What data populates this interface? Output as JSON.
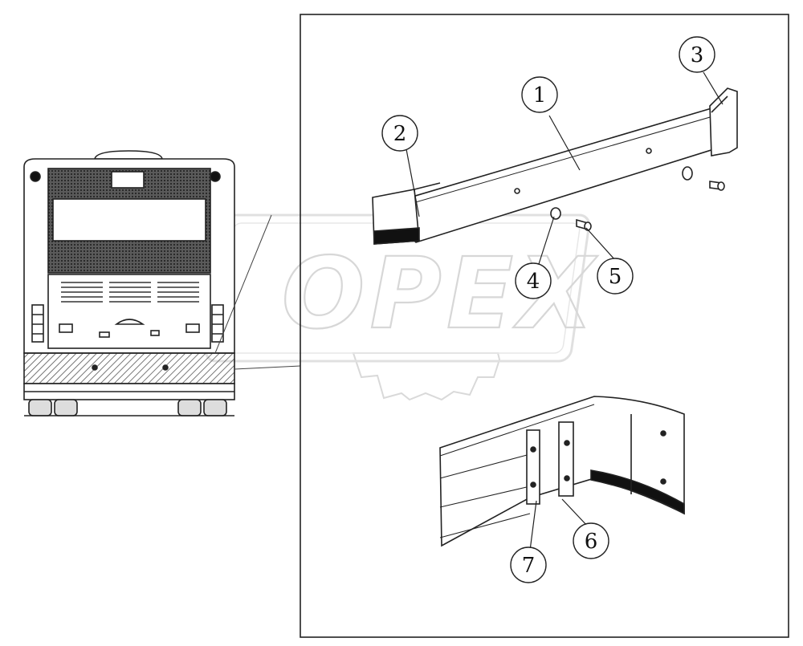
{
  "watermark": {
    "text": "OPEX"
  },
  "callouts": [
    {
      "id": 1,
      "label": "1"
    },
    {
      "id": 2,
      "label": "2"
    },
    {
      "id": 3,
      "label": "3"
    },
    {
      "id": 4,
      "label": "4"
    },
    {
      "id": 5,
      "label": "5"
    },
    {
      "id": 6,
      "label": "6"
    },
    {
      "id": 7,
      "label": "7"
    }
  ]
}
